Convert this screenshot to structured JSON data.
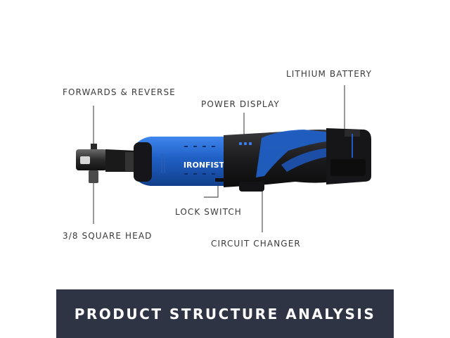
{
  "labels": {
    "forwards_reverse": "FORWARDS & REVERSE",
    "power_display": "POWER DISPLAY",
    "lithium_battery": "LITHIUM BATTERY",
    "lock_switch": "LOCK SWITCH",
    "square_head": "3/8 SQUARE HEAD",
    "circuit_changer": "CIRCUIT CHANGER"
  },
  "brand": "IRONFIST",
  "banner": {
    "title": "PRODUCT STRUCTURE ANALYSIS"
  },
  "colors": {
    "tool_blue": "#1f5fc4",
    "tool_black": "#1c1c1e",
    "banner_bg": "#2e3444",
    "callout_line": "#555555"
  }
}
